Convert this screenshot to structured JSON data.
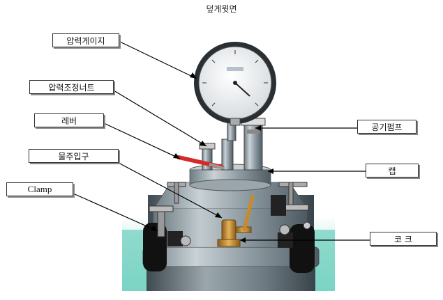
{
  "title": "덮게윗면",
  "labels": {
    "gauge": "압력게이지",
    "adjust_nut": "압력조정너트",
    "lever": "레버",
    "water_inlet": "물주입구",
    "clamp": "Clamp",
    "air_pump": "공기펌프",
    "cap": "캡",
    "cock": "코 크"
  }
}
